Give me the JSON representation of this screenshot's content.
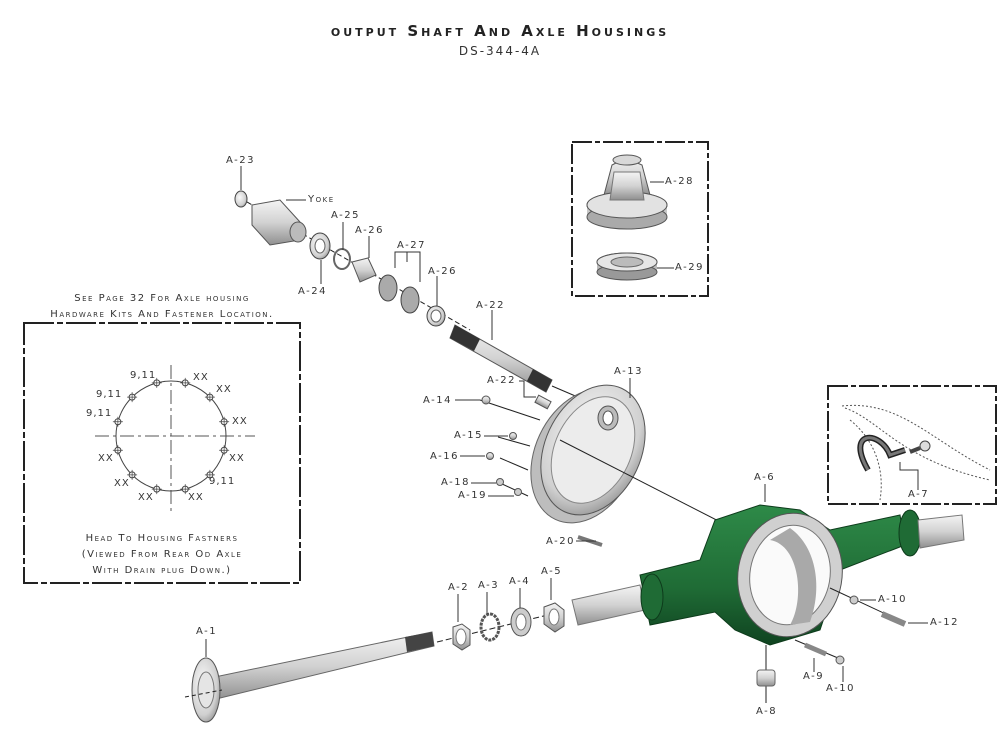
{
  "header": {
    "title": "output Shaft And Axle Housings",
    "subtitle": "DS-344-4A"
  },
  "note": {
    "line1": "See Page 32 For Axle housing",
    "line2": "Hardware Kits And Fastener Location."
  },
  "fastener_box": {
    "caption_line1": "Head To Housing Fastners",
    "caption_line2": "(Viewed From Rear Od Axle",
    "caption_line3": "With Drain plug Down.)",
    "bolt_labels": [
      "9,11",
      "XX",
      "XX",
      "XX",
      "XX",
      "9,11",
      "XX",
      "XX",
      "XX",
      "XX",
      "9,11",
      "9,11"
    ]
  },
  "parts": {
    "a1": "A-1",
    "a2": "A-2",
    "a3": "A-3",
    "a4": "A-4",
    "a5": "A-5",
    "a6": "A-6",
    "a7": "A-7",
    "a8": "A-8",
    "a9": "A-9",
    "a10_top": "A-10",
    "a10_bottom": "A-10",
    "a12": "A-12",
    "a13": "A-13",
    "a14": "A-14",
    "a15": "A-15",
    "a16": "A-16",
    "a18": "A-18",
    "a19": "A-19",
    "a20": "A-20",
    "a22_top": "A-22",
    "a22_mid": "A-22",
    "a23": "A-23",
    "a24": "A-24",
    "a25": "A-25",
    "a26_left": "A-26",
    "a26_right": "A-26",
    "a27": "A-27",
    "a28": "A-28",
    "a29": "A-29",
    "yoke": "Yoke"
  },
  "colors": {
    "housing_green": "#1f6b35",
    "metal_light": "#e6e6e6",
    "metal_dark": "#9a9a9a",
    "line": "#222222"
  }
}
